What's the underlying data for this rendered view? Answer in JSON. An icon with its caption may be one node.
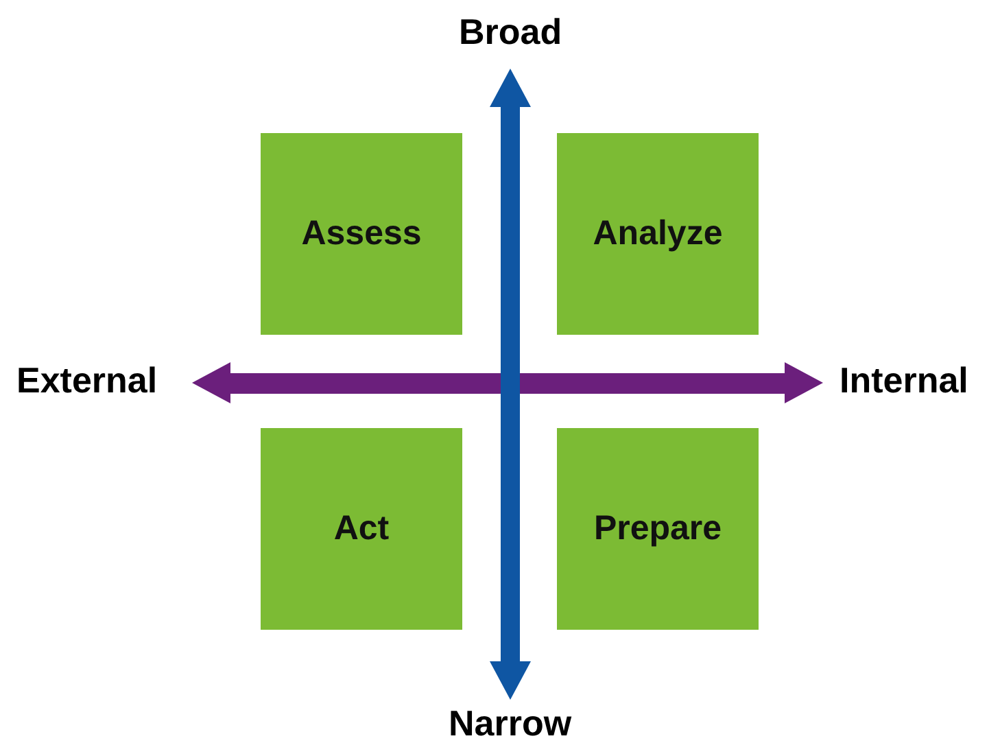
{
  "diagram": {
    "nodes": [
      {
        "text": [
          "Assess"
        ]
      },
      {
        "text": [
          "Analyze"
        ]
      },
      {
        "text": [
          "Act"
        ]
      },
      {
        "text": [
          "Prepare"
        ]
      }
    ],
    "edges": [],
    "labels": [
      "Broad",
      "External",
      "Internal",
      "Narrow"
    ]
  }
}
